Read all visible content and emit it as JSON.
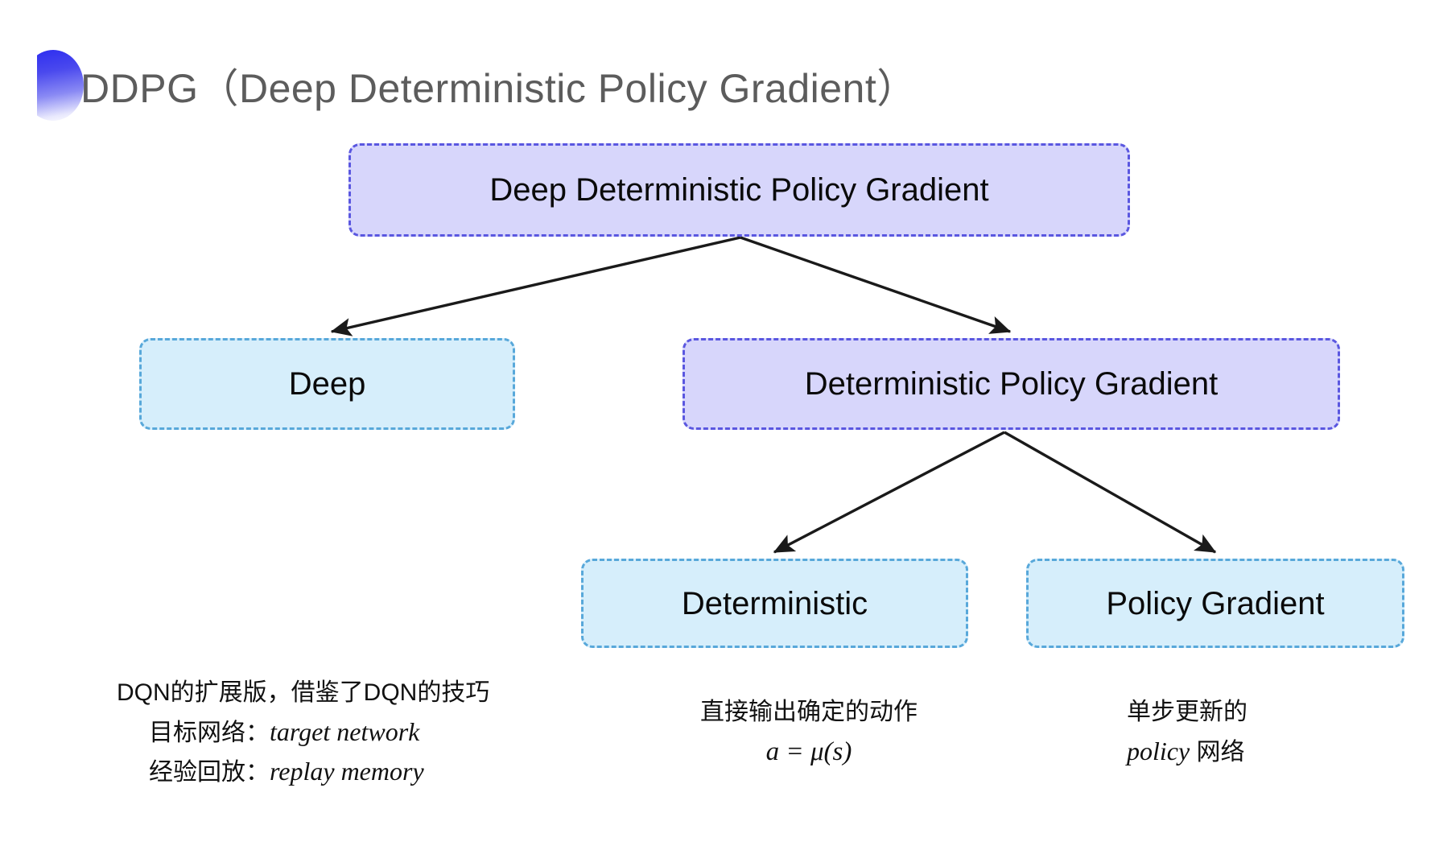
{
  "slide": {
    "title": "DDPG（Deep Deterministic Policy Gradient）",
    "background_color": "#ffffff",
    "title_color": "#5c5c5c",
    "bullet_icon": "gradient-circle-bullet"
  },
  "palette": {
    "purple_fill": "#d7d6fb",
    "purple_border": "#5a57e0",
    "cyan_fill": "#d6eefb",
    "cyan_border": "#58a8da",
    "arrow_color": "#1a1a1a"
  },
  "diagram": {
    "type": "tree",
    "nodes": [
      {
        "id": "root",
        "label": "Deep Deterministic Policy Gradient",
        "style": "purple"
      },
      {
        "id": "deep",
        "label": "Deep",
        "style": "cyan"
      },
      {
        "id": "dpg",
        "label": "Deterministic Policy Gradient",
        "style": "purple"
      },
      {
        "id": "det",
        "label": "Deterministic",
        "style": "cyan"
      },
      {
        "id": "pg",
        "label": "Policy Gradient",
        "style": "cyan"
      }
    ],
    "edges": [
      {
        "from": "root",
        "to": "deep"
      },
      {
        "from": "root",
        "to": "dpg"
      },
      {
        "from": "dpg",
        "to": "det"
      },
      {
        "from": "dpg",
        "to": "pg"
      }
    ]
  },
  "captions": {
    "deep": {
      "line1": "DQN的扩展版，借鉴了DQN的技巧",
      "line2_label": "目标网络：",
      "line2_term": "target network",
      "line3_label": "经验回放：",
      "line3_term": "replay memory"
    },
    "deterministic": {
      "line1": "直接输出确定的动作",
      "formula": "a = μ(s)"
    },
    "policy_gradient": {
      "line1": "单步更新的",
      "line2_term": "policy",
      "line2_rest": " 网络"
    }
  }
}
